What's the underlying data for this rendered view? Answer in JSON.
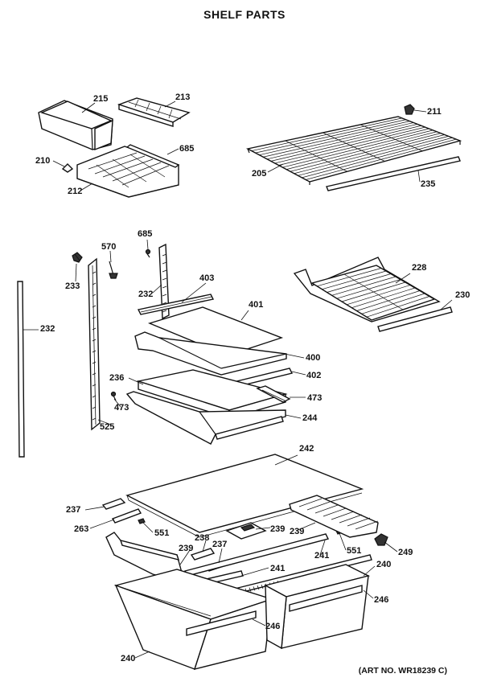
{
  "title": "SHELF PARTS",
  "art_number": "(ART NO. WR18239 C)",
  "callouts": [
    {
      "id": "c215",
      "label": "215"
    },
    {
      "id": "c213",
      "label": "213"
    },
    {
      "id": "c211",
      "label": "211"
    },
    {
      "id": "c210",
      "label": "210"
    },
    {
      "id": "c685a",
      "label": "685"
    },
    {
      "id": "c212",
      "label": "212"
    },
    {
      "id": "c205",
      "label": "205"
    },
    {
      "id": "c235",
      "label": "235"
    },
    {
      "id": "c685b",
      "label": "685"
    },
    {
      "id": "c570",
      "label": "570"
    },
    {
      "id": "c233",
      "label": "233"
    },
    {
      "id": "c232a",
      "label": "232"
    },
    {
      "id": "c403",
      "label": "403"
    },
    {
      "id": "c228",
      "label": "228"
    },
    {
      "id": "c230",
      "label": "230"
    },
    {
      "id": "c232b",
      "label": "232"
    },
    {
      "id": "c401",
      "label": "401"
    },
    {
      "id": "c400",
      "label": "400"
    },
    {
      "id": "c402",
      "label": "402"
    },
    {
      "id": "c236",
      "label": "236"
    },
    {
      "id": "c473a",
      "label": "473"
    },
    {
      "id": "c473b",
      "label": "473"
    },
    {
      "id": "c525",
      "label": "525"
    },
    {
      "id": "c244",
      "label": "244"
    },
    {
      "id": "c242",
      "label": "242"
    },
    {
      "id": "c237a",
      "label": "237"
    },
    {
      "id": "c263",
      "label": "263"
    },
    {
      "id": "c551a",
      "label": "551"
    },
    {
      "id": "c239a",
      "label": "239"
    },
    {
      "id": "c239b",
      "label": "239"
    },
    {
      "id": "c238",
      "label": "238"
    },
    {
      "id": "c237b",
      "label": "237"
    },
    {
      "id": "c239c",
      "label": "239"
    },
    {
      "id": "c551b",
      "label": "551"
    },
    {
      "id": "c249",
      "label": "249"
    },
    {
      "id": "c241a",
      "label": "241"
    },
    {
      "id": "c241b",
      "label": "241"
    },
    {
      "id": "c240a",
      "label": "240"
    },
    {
      "id": "c246a",
      "label": "246"
    },
    {
      "id": "c246b",
      "label": "246"
    },
    {
      "id": "c240b",
      "label": "240"
    }
  ]
}
